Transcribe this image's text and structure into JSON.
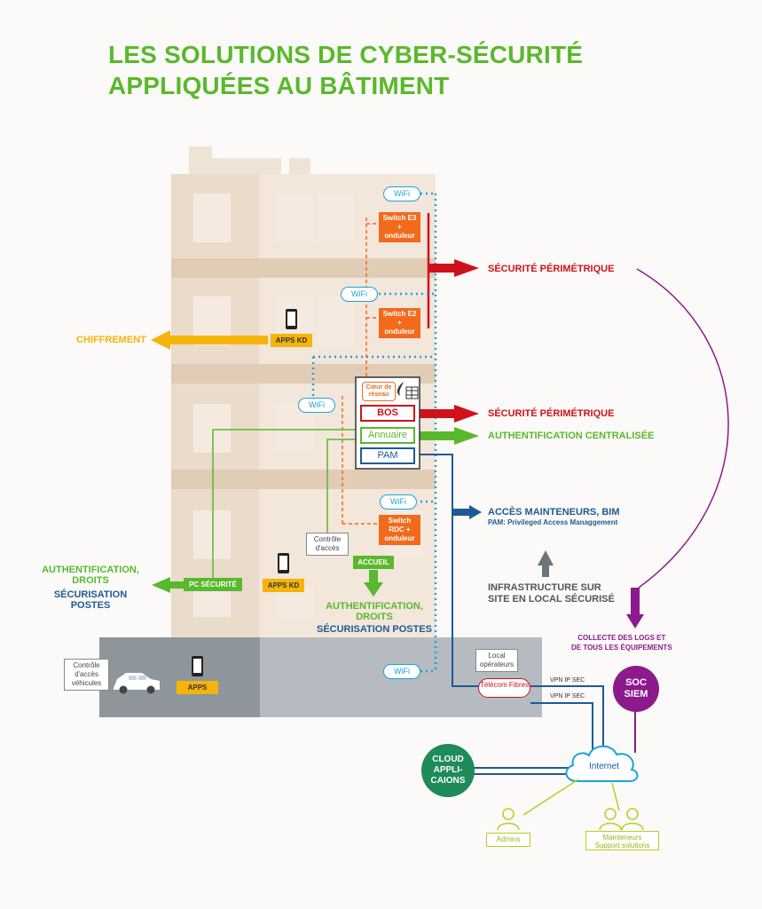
{
  "title": {
    "line1": "LES SOLUTIONS DE CYBER-SÉCURITÉ",
    "line2": "APPLIQUÉES AU BÂTIMENT"
  },
  "wifi_label": "WiFi",
  "switches": {
    "e3": "Switch E3 + onduleur",
    "e2": "Switch E2 + onduleur",
    "rdc": "Switch RDC + onduleur"
  },
  "core": {
    "coeur": "Cœur de réseau",
    "bos": "BOS",
    "annuaire": "Annuaire",
    "pam": "PAM"
  },
  "apps": {
    "apps_kd_upper": "APPS KD",
    "apps_kd_lower": "APPS KD",
    "apps_parking": "APPS",
    "pc_securite": "PC SÉCURITÉ",
    "accueil": "ACCUEIL",
    "controle_acces": "Contrôle d'accès",
    "controle_vehicules": "Contrôle d'accès véhicules",
    "local_operateurs": "Local opérateurs",
    "telecom": "Télécom Fibres"
  },
  "labels": {
    "securite_perimetrique_1": "SÉCURITÉ PÉRIMÉTRIQUE",
    "securite_perimetrique_2": "SÉCURITÉ PÉRIMÉTRIQUE",
    "authentification_centralisee": "AUTHENTIFICATION CENTRALISÉE",
    "acces_mainteneurs": "ACCÈS MAINTENEURS, BIM",
    "pam_full": "PAM: Privileged Access Managgement",
    "chiffrement": "CHIFFREMENT",
    "auth_droits_left_1": "AUTHENTIFICATION,",
    "auth_droits_left_2": "DROITS",
    "secu_postes_left_1": "SÉCURISATION",
    "secu_postes_left_2": "POSTES",
    "auth_droits_center_1": "AUTHENTIFICATION,",
    "auth_droits_center_2": "DROITS",
    "secu_postes_center": "SÉCURISATION POSTES",
    "infra_1": "INFRASTRUCTURE SUR",
    "infra_2": "SITE EN LOCAL SÉCURISÉ",
    "collecte_1": "COLLECTE DES LOGS ET",
    "collecte_2": "DE TOUS LES ÉQUIPEMENTS",
    "vpn_1": "VPN IP SEC",
    "vpn_2": "VPN IP SEC",
    "internet": "Internet",
    "admins": "Admins",
    "mainteneurs_1": "Mainteneurs",
    "mainteneurs_2": "Support solutions"
  },
  "circles": {
    "soc_1": "SOC",
    "soc_2": "SIEM",
    "cloud_1": "CLOUD",
    "cloud_2": "APPLI-",
    "cloud_3": "CAIONS"
  },
  "colors": {
    "green": "#5ab82d",
    "red": "#d0111b",
    "blue": "#1e5a96",
    "wifi_blue": "#1aa3dc",
    "orange": "#f26a1b",
    "yellow": "#f6b40b",
    "purple": "#8c1a8c",
    "lime": "#b8cf22",
    "cloud_green": "#1f8a5a"
  }
}
